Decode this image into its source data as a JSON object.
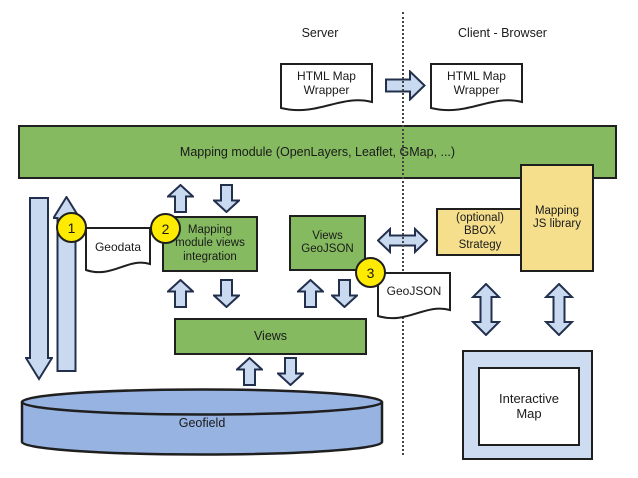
{
  "regions": {
    "server_label": "Server",
    "client_label": "Client - Browser"
  },
  "nodes": {
    "html_wrapper_server": {
      "label": "HTML Map\nWrapper"
    },
    "html_wrapper_client": {
      "label": "HTML Map\nWrapper"
    },
    "mapping_module_banner": {
      "label": "Mapping module (OpenLayers, Leaflet, GMap, ...)"
    },
    "geodata": {
      "label": "Geodata"
    },
    "mapping_module_views_integration": {
      "label": "Mapping\nmodule views\nintegration"
    },
    "views_geojson": {
      "label": "Views\nGeoJSON"
    },
    "bbox_strategy": {
      "label": "(optional)\nBBOX\nStrategy"
    },
    "mapping_js_library": {
      "label": "Mapping\nJS library"
    },
    "geojson_doc": {
      "label": "GeoJSON"
    },
    "views": {
      "label": "Views"
    },
    "geofield": {
      "label": "Geofield"
    },
    "interactive_map": {
      "label": "Interactive\nMap"
    }
  },
  "badges": {
    "step1": "1",
    "step2": "2",
    "step3": "3"
  },
  "colors": {
    "green": "#85BA60",
    "yellow": "#F5DF8D",
    "badge": "#FFEB00",
    "arrow": "#C9DAF0",
    "cylinder": "#97B3E2",
    "panel": "#CDDCF1",
    "ink": "#1a1a1a"
  }
}
